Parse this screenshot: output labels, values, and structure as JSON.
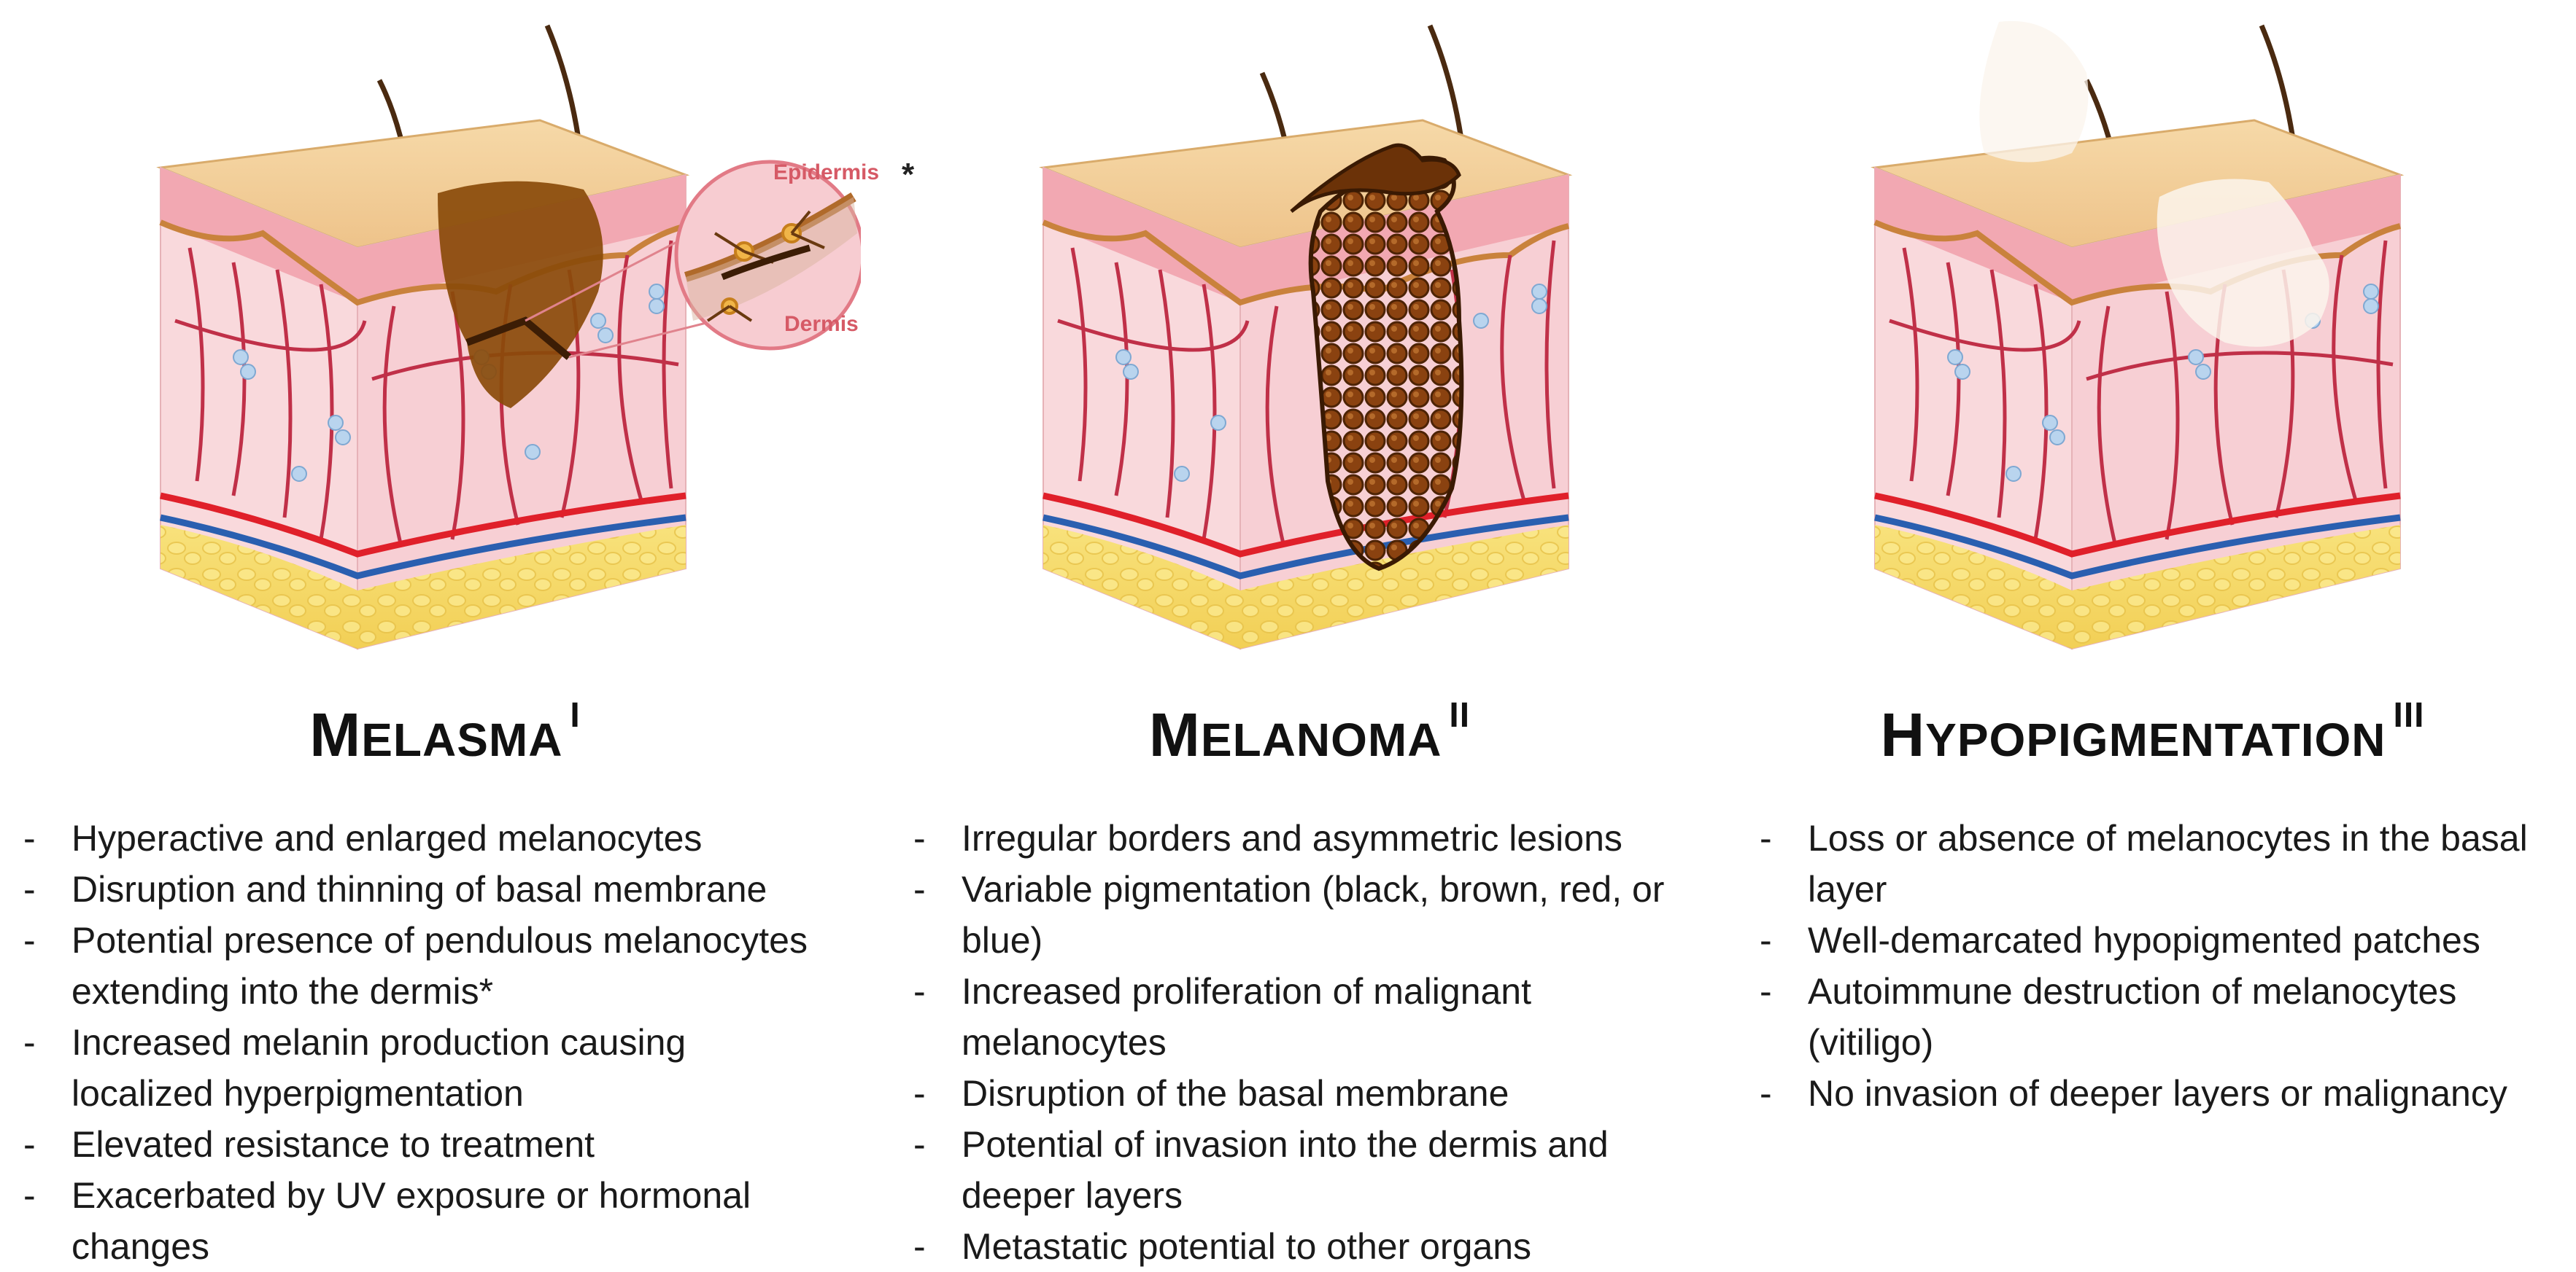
{
  "panels": [
    {
      "title_first": "M",
      "title_rest": "ELASMA",
      "numeral": "I",
      "bullets": [
        "Hyperactive and enlarged melanocytes",
        "Disruption and thinning of basal membrane",
        "Potential presence of pendulous melanocytes extending into the dermis*",
        "Increased melanin production causing localized hyperpigmentation",
        "Elevated resistance to treatment",
        "Exacerbated by UV exposure or hormonal changes"
      ]
    },
    {
      "title_first": "M",
      "title_rest": "ELANOMA",
      "numeral": "II",
      "bullets": [
        "Irregular borders and asymmetric lesions",
        "Variable pigmentation (black, brown, red, or blue)",
        "Increased proliferation of malignant melanocytes",
        "Disruption of the basal membrane",
        "Potential of invasion into the dermis and deeper layers",
        "Metastatic potential to other organs"
      ]
    },
    {
      "title_first": "H",
      "title_rest": "YPOPIGMENTATION",
      "numeral": "III",
      "bullets": [
        "Loss or absence of melanocytes in the basal layer",
        "Well-demarcated hypopigmented patches",
        "Autoimmune destruction of melanocytes (vitiligo)",
        "No invasion of deeper layers or malignancy"
      ]
    }
  ],
  "inset": {
    "epidermis_label": "Epidermis",
    "dermis_label": "Dermis",
    "asterisk": "*"
  },
  "dash": "-",
  "colors": {
    "epidermis": "#f3cf9a",
    "dermis_top": "#f0a3ad",
    "dermis": "#f9d6da",
    "vessel": "#c0334a",
    "artery": "#e0202a",
    "vein": "#2a5fb0",
    "fat": "#f7dc70",
    "melasma": "#8a4b0a",
    "melanoma": "#6b3208",
    "hypo_patch": "#fbf4ec",
    "inset_text": "#d65a66"
  }
}
